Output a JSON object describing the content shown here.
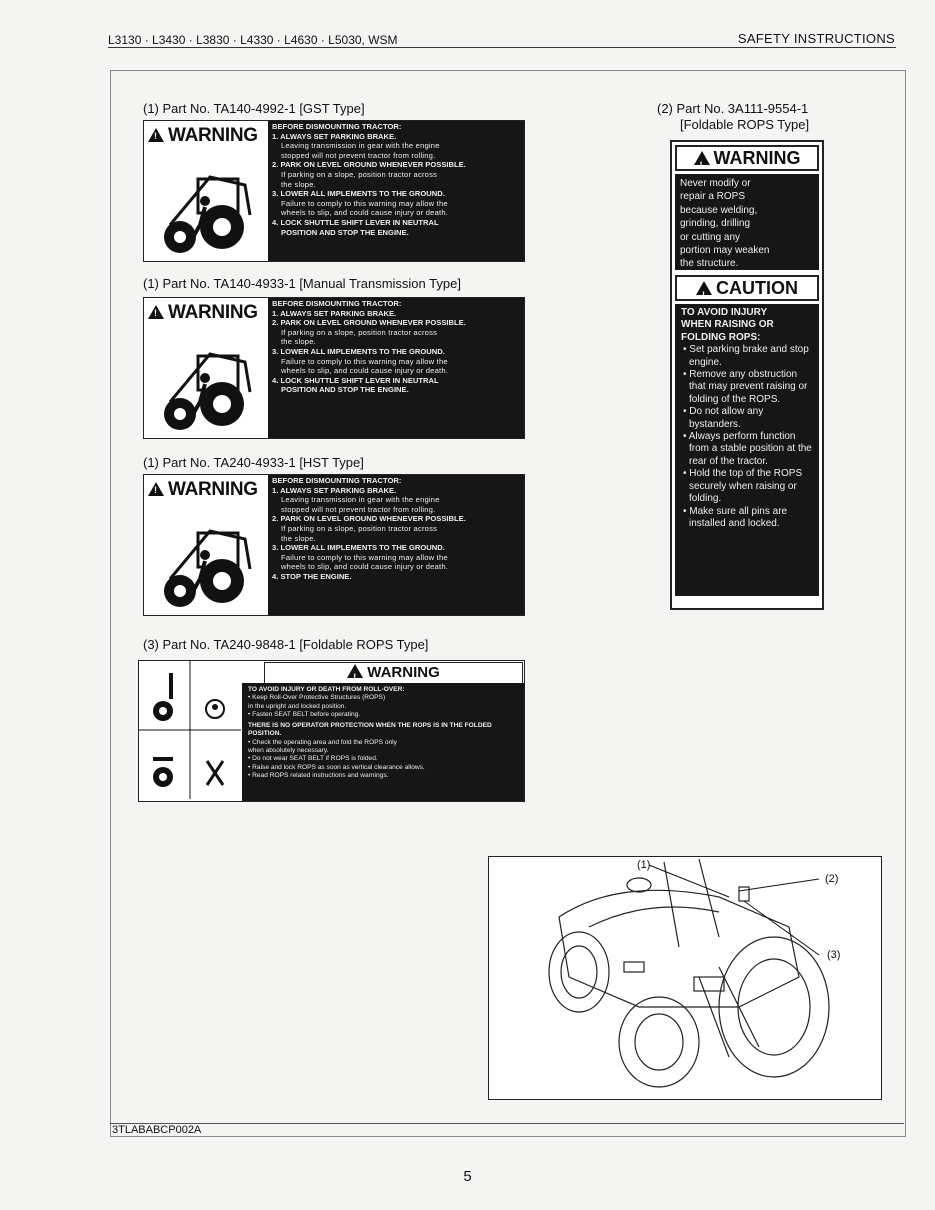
{
  "header": {
    "models": "L3130 · L3430 · L3830 · L4330 · L4630 · L5030, WSM",
    "section": "SAFETY INSTRUCTIONS"
  },
  "labels": [
    {
      "caption": "(1) Part No. TA140-4992-1 [GST Type]",
      "warning": "WARNING",
      "heading": "BEFORE DISMOUNTING TRACTOR:",
      "items": [
        {
          "n": "1. ALWAYS SET PARKING BRAKE.",
          "d": [
            "Leaving transmission in gear with the engine",
            "stopped will not prevent tractor from rolling."
          ]
        },
        {
          "n": "2. PARK ON LEVEL GROUND WHENEVER POSSIBLE.",
          "d": [
            "If parking on a slope, position tractor across",
            "the slope."
          ]
        },
        {
          "n": "3. LOWER ALL IMPLEMENTS TO THE GROUND.",
          "d": [
            "Failure to comply to this warning may allow the",
            "wheels to slip, and could cause injury or death."
          ]
        },
        {
          "n": "4. LOCK SHUTTLE SHIFT LEVER IN NEUTRAL",
          "d": [
            "POSITION AND STOP THE ENGINE."
          ]
        }
      ]
    },
    {
      "caption": "(1) Part No. TA140-4933-1 [Manual Transmission Type]",
      "warning": "WARNING",
      "heading": "BEFORE DISMOUNTING TRACTOR:",
      "items": [
        {
          "n": "1. ALWAYS SET PARKING BRAKE.",
          "d": []
        },
        {
          "n": "2. PARK ON LEVEL GROUND WHENEVER POSSIBLE.",
          "d": [
            "If parking on a slope, position tractor across",
            "the slope."
          ]
        },
        {
          "n": "3. LOWER ALL IMPLEMENTS TO THE GROUND.",
          "d": [
            "Failure to comply to this warning may allow the",
            "wheels to slip, and could cause injury or death."
          ]
        },
        {
          "n": "4. LOCK SHUTTLE SHIFT LEVER IN NEUTRAL",
          "d": [
            "POSITION AND STOP THE ENGINE."
          ]
        }
      ]
    },
    {
      "caption": "(1) Part No. TA240-4933-1 [HST Type]",
      "warning": "WARNING",
      "heading": "BEFORE DISMOUNTING TRACTOR:",
      "items": [
        {
          "n": "1. ALWAYS SET PARKING BRAKE.",
          "d": [
            "Leaving transmission in gear with the engine",
            "stopped will not prevent tractor from rolling."
          ]
        },
        {
          "n": "2. PARK ON LEVEL GROUND WHENEVER POSSIBLE.",
          "d": [
            "If parking on a slope, position tractor across",
            "the slope."
          ]
        },
        {
          "n": "3. LOWER ALL IMPLEMENTS TO THE GROUND.",
          "d": [
            "Failure to comply to this warning may allow the",
            "wheels to slip, and could cause injury or death."
          ]
        },
        {
          "n": "4. STOP THE ENGINE.",
          "d": []
        }
      ]
    }
  ],
  "rops_label": {
    "caption": "(3) Part No. TA240-9848-1 [Foldable ROPS Type]",
    "warning": "WARNING",
    "head1": "TO AVOID INJURY OR DEATH FROM ROLL-OVER:",
    "lines1": [
      "• Keep Roll-Over Protective Structures (ROPS)",
      "  in the upright and locked position.",
      "• Fasten SEAT BELT before operating."
    ],
    "head2": "THERE IS NO OPERATOR PROTECTION WHEN THE ROPS IS IN THE FOLDED POSITION.",
    "lines2": [
      "• Check the operating area and fold the ROPS only",
      "  when absolutely necessary.",
      "• Do not wear SEAT BELT if ROPS is folded.",
      "• Raise and lock ROPS as soon as vertical clearance allows.",
      "• Read ROPS related instructions and warnings."
    ]
  },
  "foldable": {
    "caption1": "(2) Part No. 3A111-9554-1",
    "caption2": "[Foldable ROPS Type]",
    "warning": "WARNING",
    "warning_lines": [
      "Never modify or",
      "repair a ROPS",
      "because welding,",
      "grinding, drilling",
      "or cutting any",
      "portion may weaken",
      "the structure."
    ],
    "caution": "CAUTION",
    "caution_head": [
      "TO AVOID INJURY",
      "WHEN RAISING OR",
      "FOLDING ROPS:"
    ],
    "caution_items": [
      "• Set parking brake and stop engine.",
      "• Remove any obstruction that may prevent raising or folding of the ROPS.",
      "• Do not allow any bystanders.",
      "• Always perform function from a stable position at the rear of the tractor.",
      "• Hold the top of the ROPS securely when raising or folding.",
      "• Make sure all pins are installed and locked."
    ]
  },
  "illustration": {
    "callouts": [
      "(1)",
      "(2)",
      "(3)"
    ]
  },
  "ref_code": "3TLABABCP002A",
  "page_number": "5"
}
